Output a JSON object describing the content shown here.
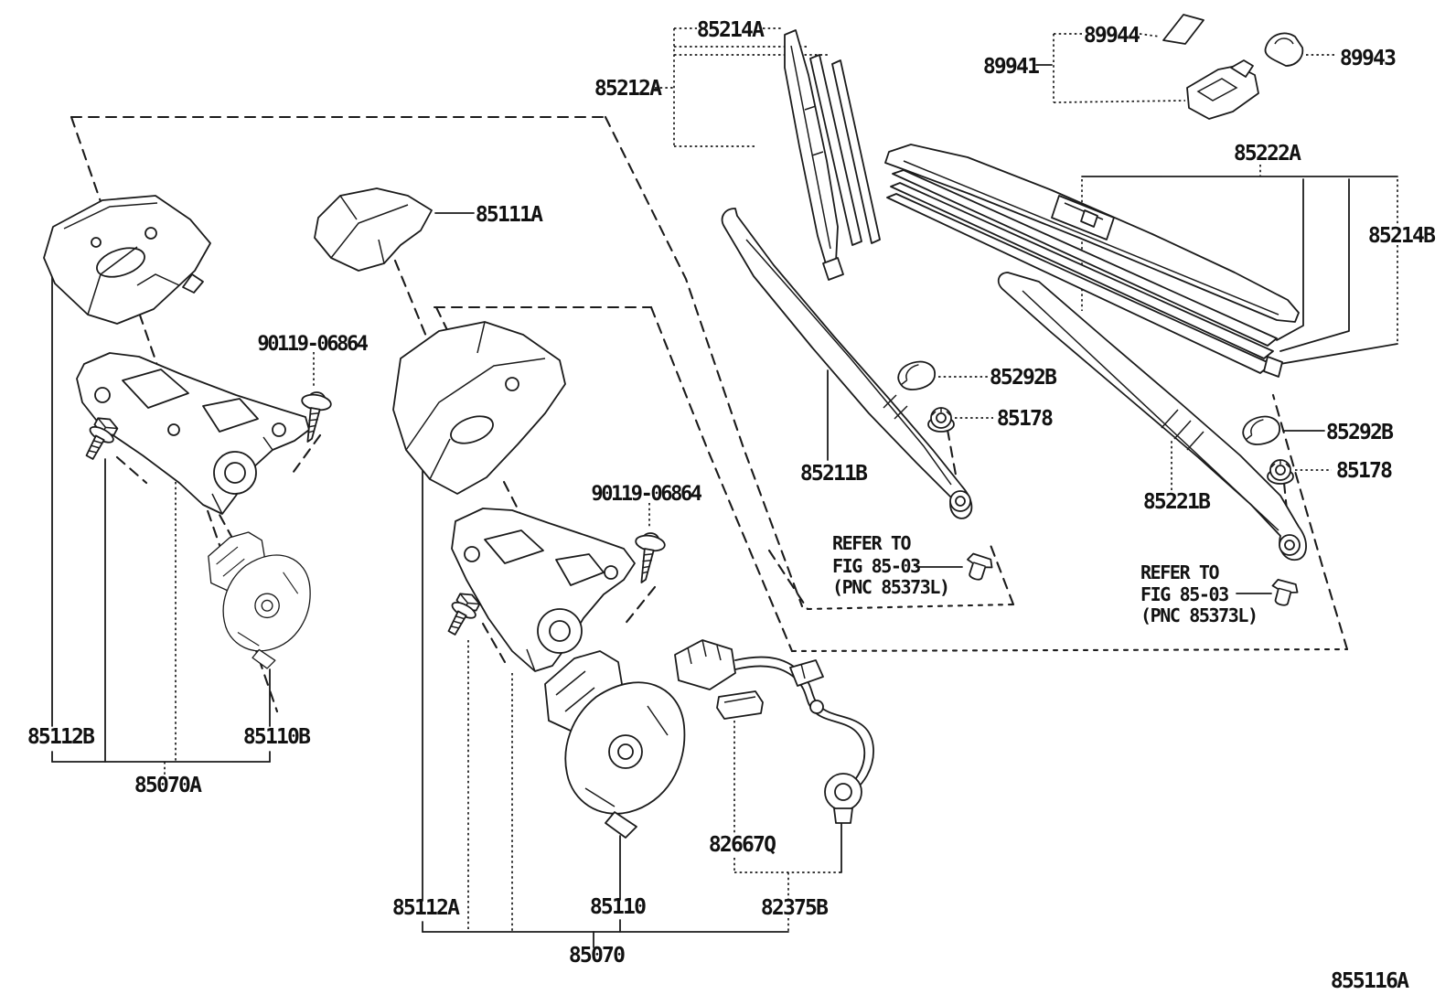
{
  "diagram": {
    "code": "855116A",
    "line_color": "#1b1b1b",
    "background": "#ffffff"
  },
  "callouts": {
    "wiper_insert_lh": "85214A",
    "wiper_blade_lh": "85212A",
    "sensor_label": "89944",
    "rain_sensor": "89941",
    "sensor_cover": "89943",
    "wiper_blade_rh": "85222A",
    "wiper_insert_rh": "85214B",
    "hole_cover": "85111A",
    "screw_lh": "90119-06864",
    "screw_rh": "90119-06864",
    "pivot_cap_lh": "85292B",
    "pivot_nut_lh": "85178",
    "wiper_arm_lh": "85211B",
    "pivot_cap_rh": "85292B",
    "pivot_nut_rh": "85178",
    "wiper_arm_rh": "85221B",
    "bracket_cover_lh": "85112B",
    "wiper_motor_lh": "85110B",
    "motor_link_assy_lh": "85070A",
    "bracket_cover_rh": "85112A",
    "wiper_motor_rh": "85110",
    "harness_connector": "82667Q",
    "wiring_harness": "82375B",
    "motor_link_assy_rh": "85070",
    "refer_note": {
      "line1": "REFER TO",
      "line2": "FIG 85-03",
      "line3": "(PNC 85373L)"
    }
  }
}
